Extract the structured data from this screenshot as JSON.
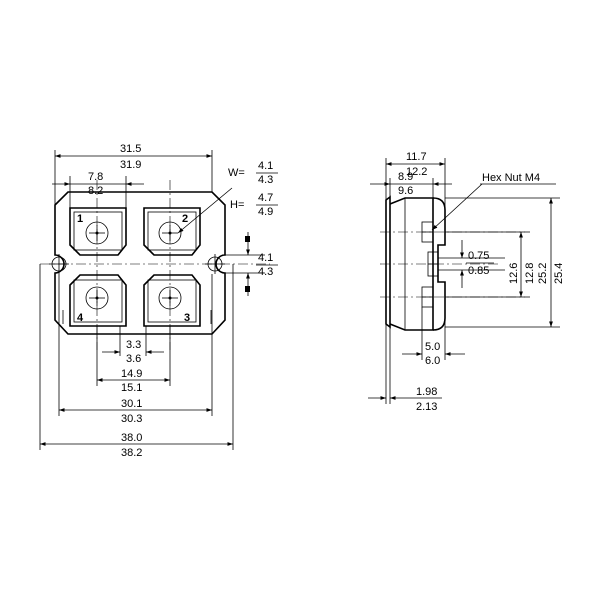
{
  "front_view": {
    "overall_width": {
      "top": "31.5",
      "bottom": "31.9"
    },
    "terminal_width": {
      "top": "7.8",
      "bottom": "8.2"
    },
    "w_label": "W=",
    "w_value": {
      "top": "4.1",
      "bottom": "4.3"
    },
    "h_label": "H=",
    "h_value": {
      "top": "4.7",
      "bottom": "4.9"
    },
    "hole_dia": {
      "top": "4.1",
      "bottom": "4.3"
    },
    "pitch_small": {
      "top": "3.3",
      "bottom": "3.6"
    },
    "pitch_terminal": {
      "top": "14.9",
      "bottom": "15.1"
    },
    "mount_pitch": {
      "top": "30.1",
      "bottom": "30.3"
    },
    "base_length": {
      "top": "38.0",
      "bottom": "38.2"
    },
    "terminals": [
      "1",
      "2",
      "3",
      "4"
    ]
  },
  "side_view": {
    "height_total": {
      "top": "11.7",
      "bottom": "12.2"
    },
    "height_body": {
      "top": "8.9",
      "bottom": "9.6"
    },
    "nut_label": "Hex Nut M4",
    "pin_spacing": {
      "top": "12.6",
      "bottom": "12.8"
    },
    "side_length": {
      "top": "25.2",
      "bottom": "25.4"
    },
    "slot": {
      "top": "0.75",
      "bottom": "0.85"
    },
    "term_height": {
      "top": "5.0",
      "bottom": "6.0"
    },
    "base_thickness": {
      "top": "1.98",
      "bottom": "2.13"
    }
  }
}
